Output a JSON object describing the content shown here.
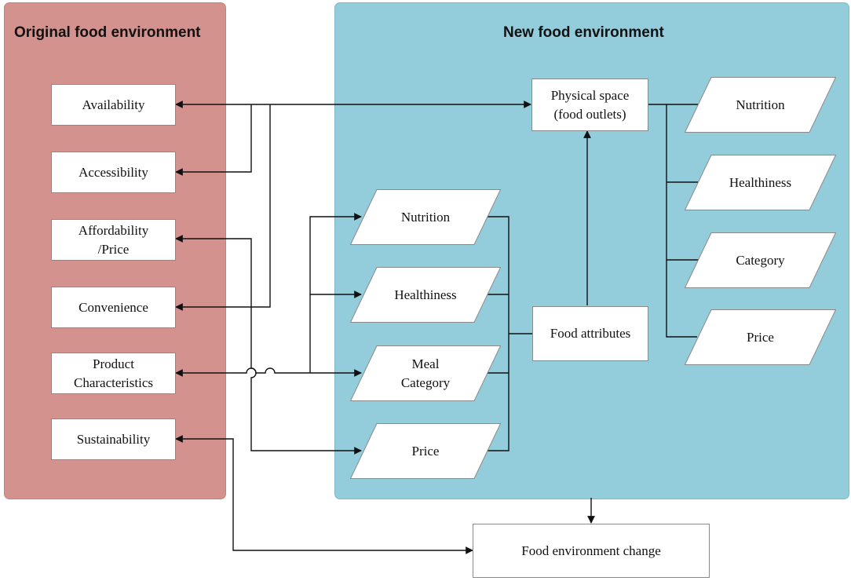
{
  "original_panel": {
    "title": "Original food environment",
    "items": [
      {
        "label": "Availability"
      },
      {
        "label": "Accessibility"
      },
      {
        "label": "Affordability\n/Price"
      },
      {
        "label": "Convenience"
      },
      {
        "label": "Product\nCharacteristics"
      },
      {
        "label": "Sustainability"
      }
    ]
  },
  "new_panel": {
    "title": "New food environment",
    "physical_space": "Physical space\n(food outlets)",
    "food_attributes": "Food attributes",
    "attribute_items": [
      "Nutrition",
      "Healthiness",
      "Meal\nCategory",
      "Price"
    ],
    "outlet_items": [
      "Nutrition",
      "Healthiness",
      "Category",
      "Price"
    ]
  },
  "outcome": "Food environment change",
  "colors": {
    "original_panel": "#d4928e",
    "new_panel": "#93ccdb",
    "box_fill": "#ffffff",
    "line": "#111111"
  }
}
